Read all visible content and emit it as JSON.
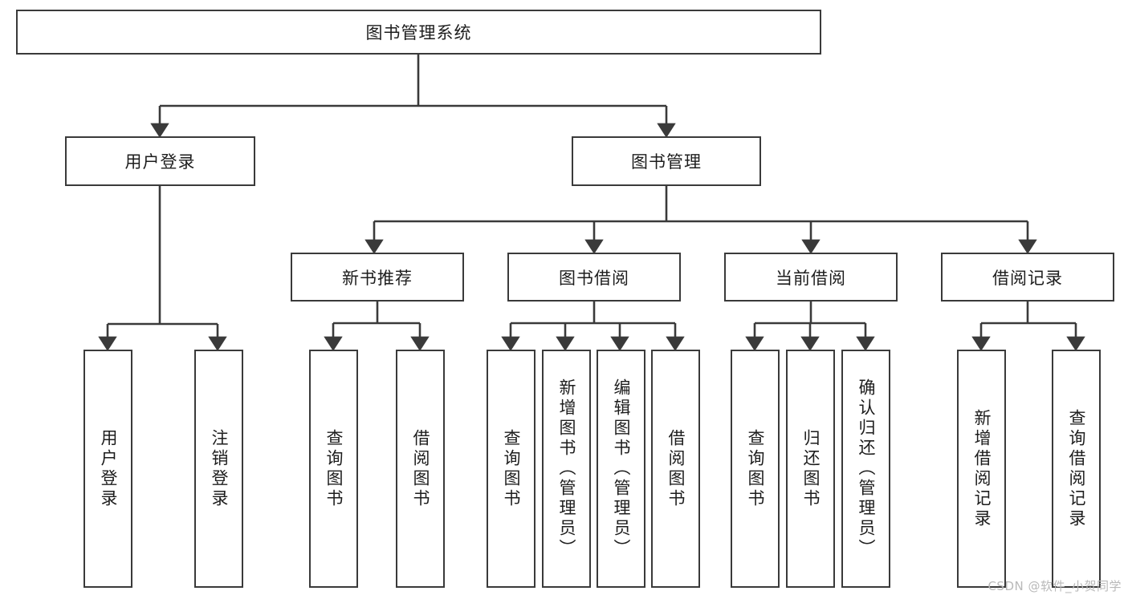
{
  "diagram": {
    "type": "tree",
    "title": "图书管理系统",
    "watermark": "CSDN @软件_小贺同学",
    "colors": {
      "box_border": "#3a3a3a",
      "box_fill": "#ffffff",
      "connector": "#3a3a3a",
      "text": "#1d1d1d",
      "watermark": "#b9b9b9"
    },
    "root": {
      "label": "图书管理系统"
    },
    "level2": [
      {
        "label": "用户登录"
      },
      {
        "label": "图书管理"
      }
    ],
    "level3": [
      {
        "label": "新书推荐"
      },
      {
        "label": "图书借阅"
      },
      {
        "label": "当前借阅"
      },
      {
        "label": "借阅记录"
      }
    ],
    "leaves_user_login": [
      {
        "label": "用户登录"
      },
      {
        "label": "注销登录"
      }
    ],
    "leaves_new_book": [
      {
        "label": "查询图书"
      },
      {
        "label": "借阅图书"
      }
    ],
    "leaves_borrow": [
      {
        "label": "查询图书"
      },
      {
        "label": "新增图书（管理员）"
      },
      {
        "label": "编辑图书（管理员）"
      },
      {
        "label": "借阅图书"
      }
    ],
    "leaves_current": [
      {
        "label": "查询图书"
      },
      {
        "label": "归还图书"
      },
      {
        "label": "确认归还（管理员）"
      }
    ],
    "leaves_records": [
      {
        "label": "新增借阅记录"
      },
      {
        "label": "查询借阅记录"
      }
    ]
  }
}
